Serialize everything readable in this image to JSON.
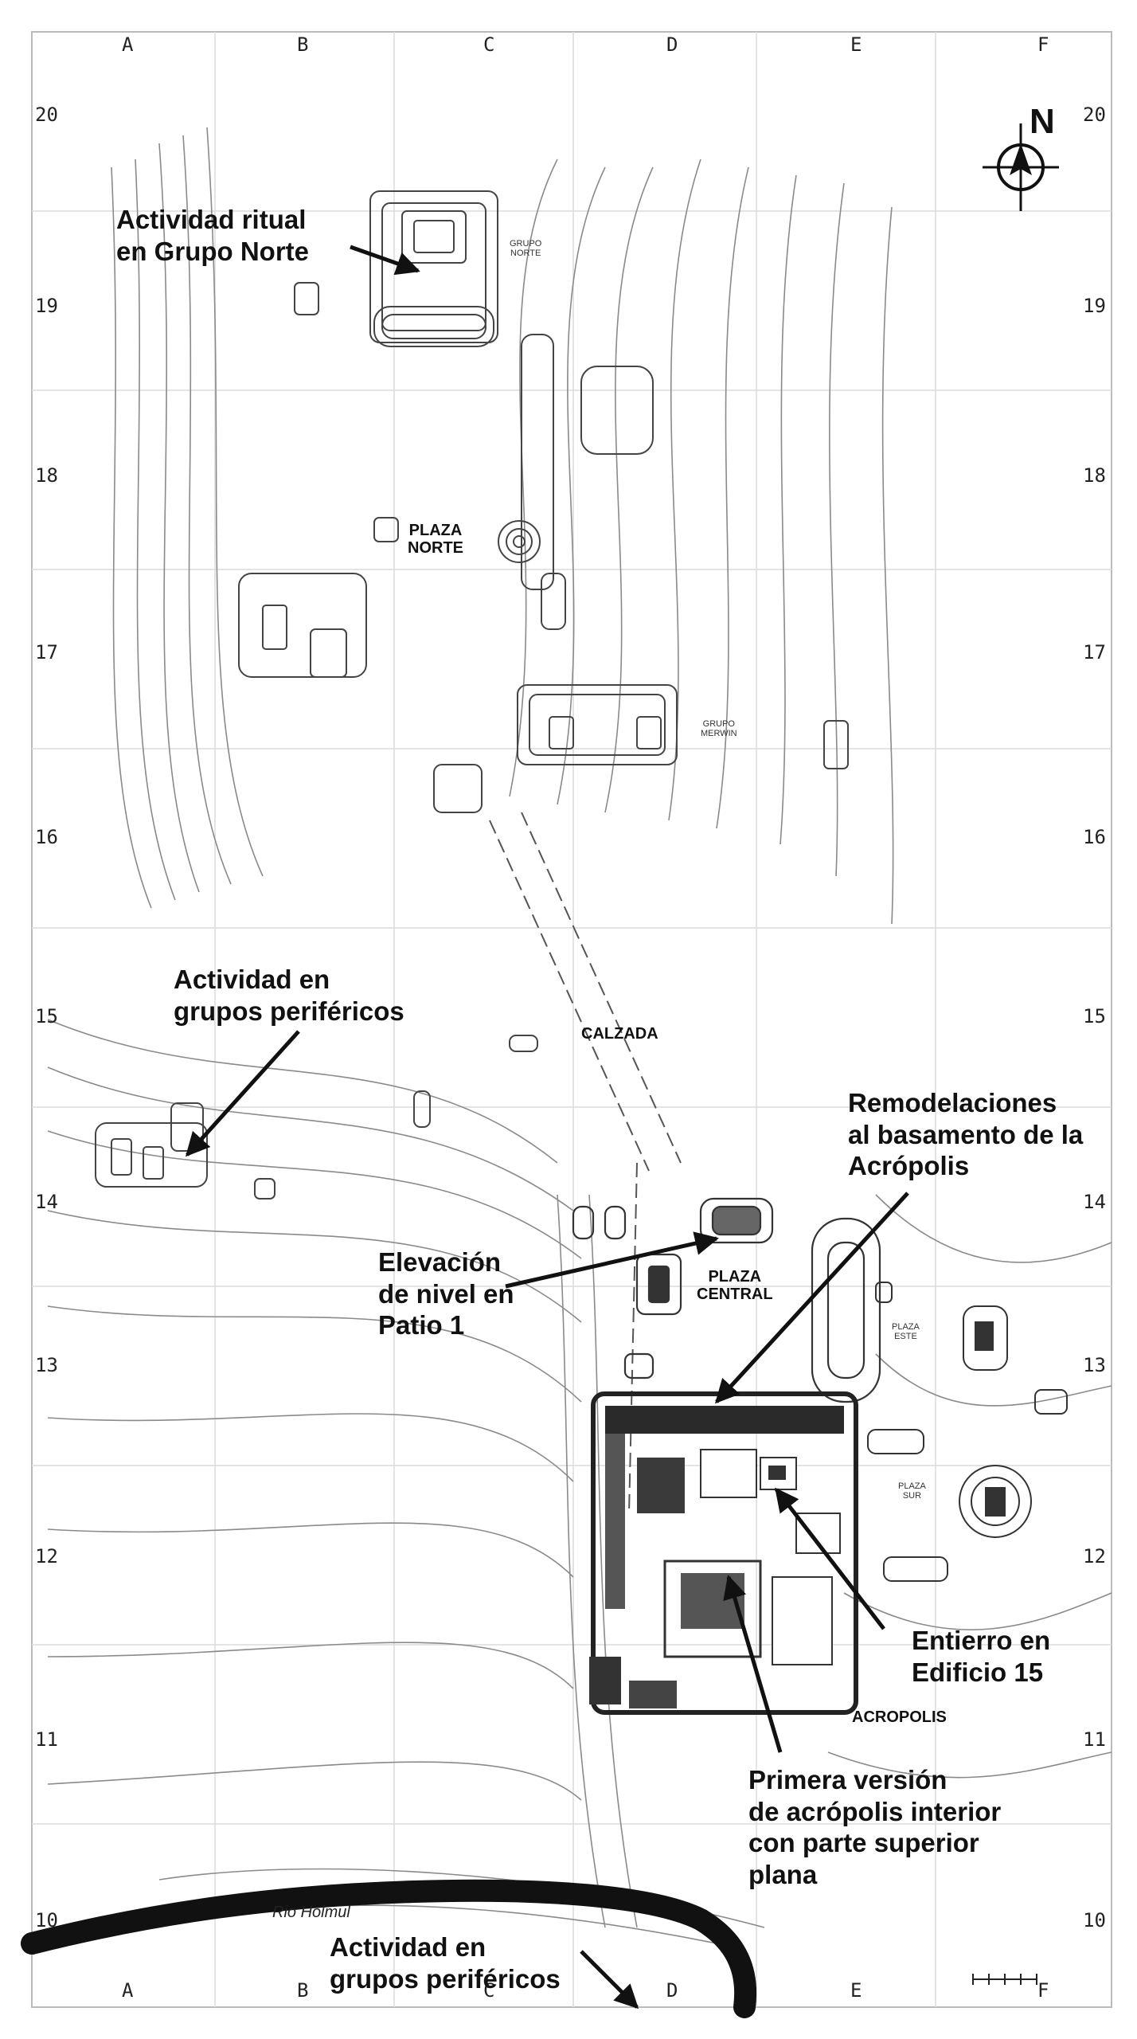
{
  "grid": {
    "columns": [
      "A",
      "B",
      "C",
      "D",
      "E",
      "F"
    ],
    "rows": [
      "20",
      "19",
      "18",
      "17",
      "16",
      "15",
      "14",
      "13",
      "12",
      "11",
      "10"
    ]
  },
  "north_arrow": {
    "label": "N",
    "icon": "north-arrow-icon"
  },
  "sites": {
    "grupo_norte": "GRUPO\nNORTE",
    "plaza_norte": "PLAZA\nNORTE",
    "grupo_merwin": "GRUPO\nMERWIN",
    "calzada": "CALZADA",
    "plaza_central": "PLAZA\nCENTRAL",
    "acropolis": "ACROPOLIS",
    "plaza_este": "PLAZA\nESTE",
    "plaza_sur": "PLAZA\nSUR"
  },
  "river": {
    "label": "Rio Holmul"
  },
  "annotations": {
    "ritual_norte": "Actividad ritual\nen Grupo Norte",
    "perifericos_1": "Actividad en\ngrupos periféricos",
    "remodelaciones": "Remodelaciones\nal basamento de la\nAcrópolis",
    "elevacion": "Elevación\nde nivel en\nPatio 1",
    "entierro": "Entierro en\nEdificio 15",
    "primera_version": "Primera versión\nde acrópolis interior\ncon parte superior\nplana",
    "perifericos_2": "Actividad en\ngrupos periféricos"
  },
  "colors": {
    "contour": "#8a8a8a",
    "structure": "#2a2a2a",
    "grid": "#dcdcdc",
    "river": "#111111"
  }
}
